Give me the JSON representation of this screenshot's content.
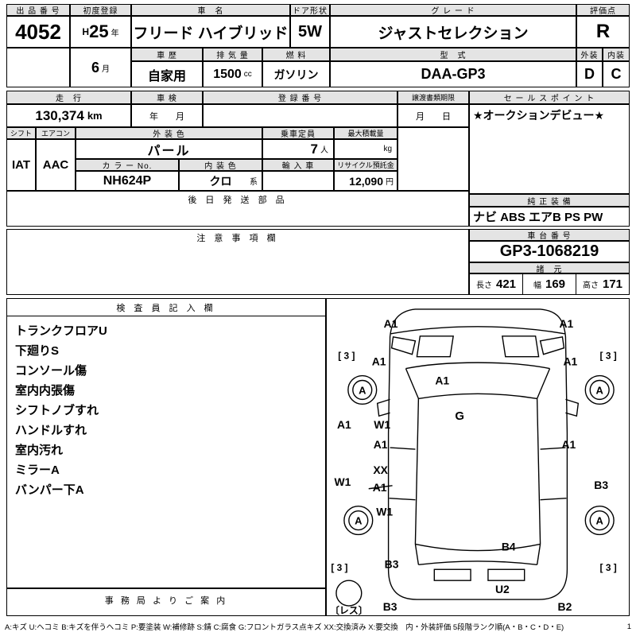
{
  "top": {
    "auction_no": {
      "label": "出 品 番 号",
      "value": "4052"
    },
    "first_reg": {
      "label": "初度登録",
      "era": "H",
      "year": "25",
      "year_unit": "年",
      "month": "6",
      "month_unit": "月"
    },
    "car_name": {
      "label": "車　名",
      "value": "フリード ハイブリッド"
    },
    "door": {
      "label": "ドア形状",
      "value": "5W"
    },
    "grade": {
      "label": "グ レ ー ド",
      "value": "ジャストセレクション"
    },
    "score": {
      "label": "評価点",
      "value": "R"
    },
    "history": {
      "label": "車 歴",
      "value": "自家用"
    },
    "displacement": {
      "label": "排 気 量",
      "value": "1500",
      "unit": "cc"
    },
    "fuel": {
      "label": "燃 料",
      "value": "ガソリン"
    },
    "model": {
      "label": "型　式",
      "value": "DAA-GP3"
    },
    "exterior": {
      "label": "外装",
      "value": "D"
    },
    "interior": {
      "label": "内装",
      "value": "C"
    }
  },
  "reg": {
    "mileage": {
      "label": "走　行",
      "value": "130,374",
      "unit": "km"
    },
    "inspection": {
      "label": "車 検",
      "value": "年　　月"
    },
    "reg_no": {
      "label": "登 録 番 号",
      "value": ""
    },
    "transfer_deadline": {
      "label": "譲渡書類期限",
      "value": "月　　日"
    },
    "sales_point": {
      "label": "セ ー ル ス ポ イ ン ト",
      "value": "★オークションデビュー★"
    }
  },
  "detail": {
    "shift": {
      "label": "シフト",
      "value": "IAT"
    },
    "aircon": {
      "label": "エアコン",
      "value": "AAC"
    },
    "ext_color": {
      "label": "外 装 色",
      "value": "パール"
    },
    "capacity": {
      "label": "乗車定員",
      "value": "7",
      "unit": "人"
    },
    "max_load": {
      "label": "最大積載量",
      "value": "",
      "unit": "kg"
    },
    "color_no": {
      "label": "カ ラ ー No.",
      "value": "NH624P"
    },
    "int_color": {
      "label": "内 装 色",
      "value": "クロ",
      "unit": "系"
    },
    "import_car": {
      "label": "輸 入 車",
      "value": ""
    },
    "recycle": {
      "label": "リサイクル預託金",
      "value": "12,090",
      "unit": "円"
    }
  },
  "later_parts": {
    "label": "後 日 発 送 部 品"
  },
  "equipment": {
    "label": "純 正 装 備",
    "value": "ナビ ABS エアB PS PW"
  },
  "notes": {
    "label": "注 意 事 項 欄"
  },
  "chassis": {
    "label": "車 台 番 号",
    "value": "GP3-1068219"
  },
  "dimensions": {
    "label": "諸　元",
    "length_label": "長さ",
    "length": "421",
    "width_label": "幅",
    "width": "169",
    "height_label": "高さ",
    "height": "171"
  },
  "inspector": {
    "label": "検 査 員 記 入 欄",
    "items": [
      "トランクフロアU",
      "下廻りS",
      "コンソール傷",
      "室内内張傷",
      "シフトノブすれ",
      "ハンドルすれ",
      "室内汚れ",
      "ミラーA",
      "バンパー下A"
    ]
  },
  "office": {
    "label": "事 務 局 よ り ご 案 内"
  },
  "diagram": {
    "labels": {
      "hood_left": "A1",
      "hood_right": "A1",
      "tire_depth_fl": "[ 3 ]",
      "tire_depth_fr": "[ 3 ]",
      "tire_depth_rl": "[ 3 ]",
      "tire_depth_rr": "[ 3 ]",
      "fender_fl": "A1",
      "fender_fr": "A1",
      "wheel_fl": "A",
      "wheel_fr": "A",
      "wheel_rl": "A",
      "wheel_rr": "A",
      "cowl": "A1",
      "roof_glass": "G",
      "side_left": "A1",
      "door_left_w": "W1",
      "door_left_a": "A1",
      "door_right": "A1",
      "rear_door_left_xx": "XX",
      "rear_door_left_a": "A1",
      "quarter_left_w": "W1",
      "quarter_left_w2": "W1",
      "quarter_right_b": "B3",
      "rear_b4": "B4",
      "rear_left_b3": "B3",
      "tailgate_u2": "U2",
      "bumper_left_b3": "B3",
      "bumper_right_b2": "B2",
      "spare": "〔レス〕"
    }
  },
  "legend": {
    "text": "A:キズ U:ヘコミ B:キズを伴うヘコミ P:要塗装 W:補修跡 S:錆 C:腐食 G:フロントガラス点キズ XX:交換済み X:要交換　内・外装評価 5段階ランク順(A・B・C・D・E)",
    "page": "1"
  }
}
